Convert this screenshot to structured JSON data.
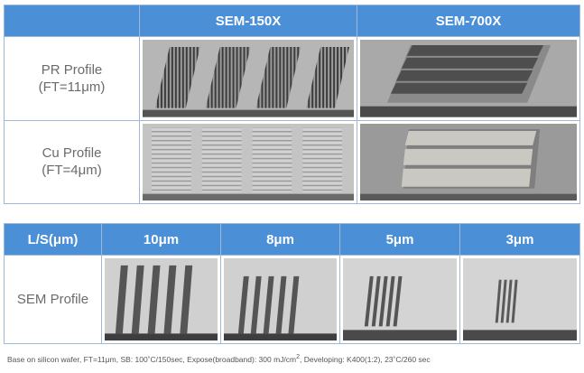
{
  "table1": {
    "headers": [
      "",
      "SEM-150X",
      "SEM-700X"
    ],
    "rows": [
      {
        "label_line1": "PR Profile",
        "label_line2": "(FT=11μm)"
      },
      {
        "label_line1": "Cu Profile",
        "label_line2": "(FT=4μm)"
      }
    ]
  },
  "table2": {
    "headers": [
      "L/S(μm)",
      "10μm",
      "8μm",
      "5μm",
      "3μm"
    ],
    "row_label": "SEM Profile"
  },
  "caption": {
    "part1": "Base on silicon wafer, FT=11μm, SB: 100˚C/150sec, Expose(broadband): 300 mJ/cm",
    "sup": "2",
    "part2": ", Developing: K400(1:2), 23˚C/260 sec"
  },
  "colors": {
    "header_bg": "#4b8fd6",
    "border": "#9fb8d8",
    "label_text": "#6b6b6b"
  }
}
